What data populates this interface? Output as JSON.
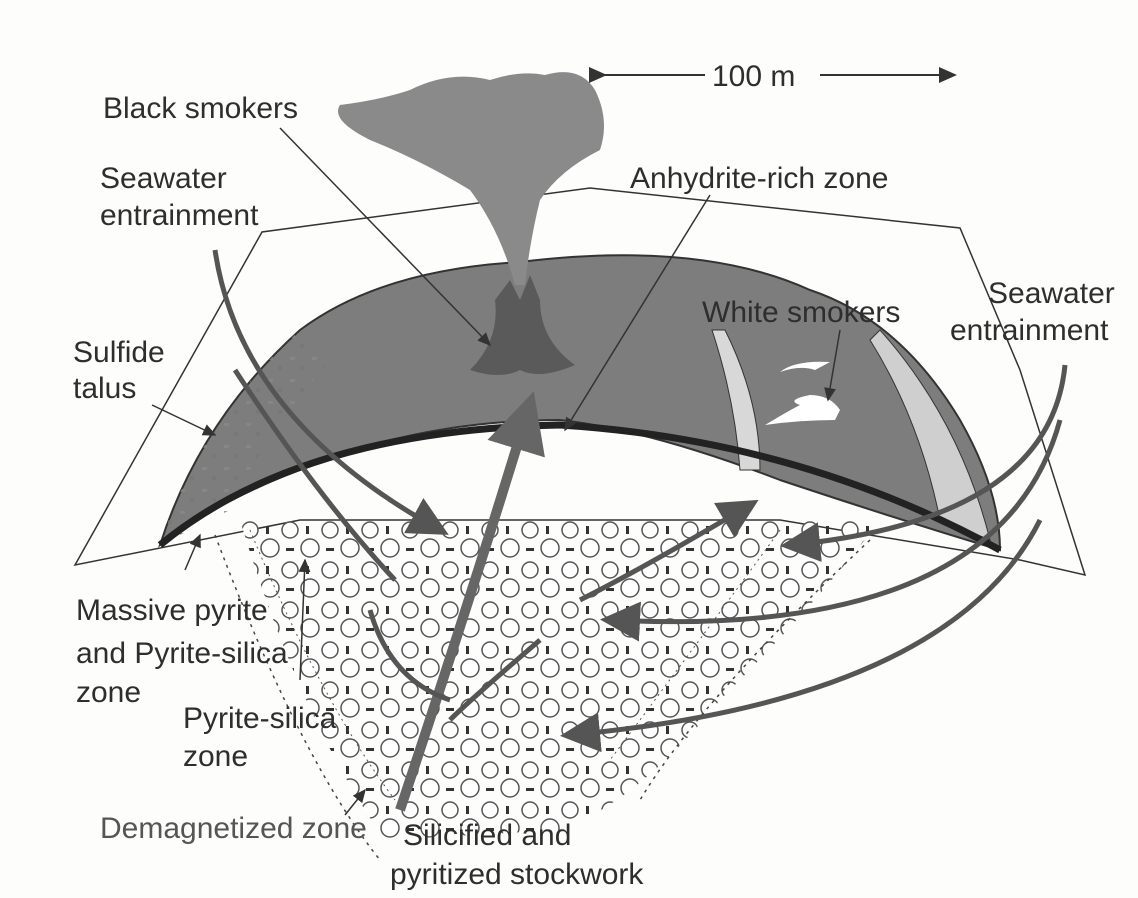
{
  "scale": {
    "label": "100 m"
  },
  "labels": {
    "black_smokers": "Black smokers",
    "seawater_left_1": "Seawater",
    "seawater_left_2": "entrainment",
    "anhydrite": "Anhydrite-rich zone",
    "white_smokers": "White smokers",
    "seawater_right_1": "Seawater",
    "seawater_right_2": "entrainment",
    "sulfide_talus_1": "Sulfide",
    "sulfide_talus_2": "talus",
    "massive_pyrite_1": "Massive pyrite",
    "massive_pyrite_2": "and Pyrite-silica",
    "massive_pyrite_3": "zone",
    "pyrite_silica_1": "Pyrite-silica",
    "pyrite_silica_2": "zone",
    "demagnetized": "Demagnetized zone",
    "stockwork_1": "Silicified and",
    "stockwork_2": "pyritized stockwork"
  },
  "colors": {
    "mound": "#7d7d7d",
    "plume": "#8a8a8a",
    "arrow": "#555555",
    "text": "#2e2e2e"
  }
}
